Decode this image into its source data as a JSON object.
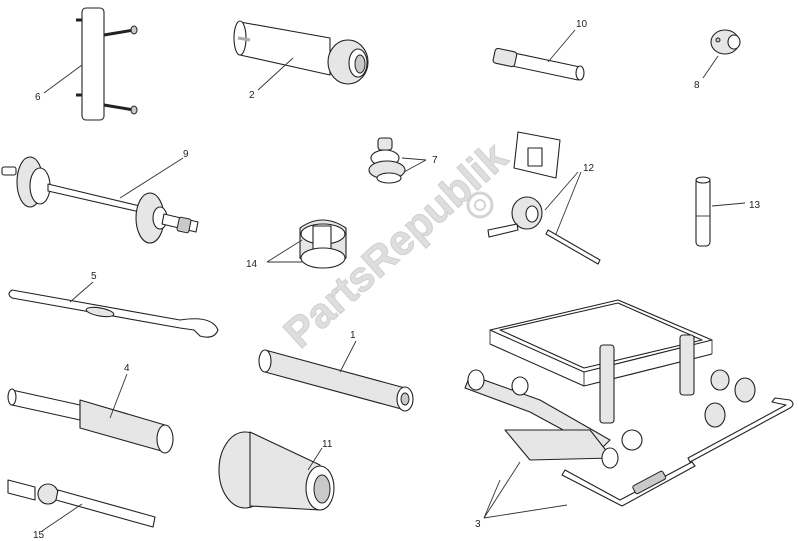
{
  "watermark": "PartsRepublik",
  "callouts": {
    "c1": "1",
    "c2": "2",
    "c3": "3",
    "c4": "4",
    "c5": "5",
    "c6": "6",
    "c7": "7",
    "c8": "8",
    "c9": "9",
    "c10": "10",
    "c11": "11",
    "c12": "12",
    "c13": "13",
    "c14": "14",
    "c15": "15"
  },
  "colors": {
    "line": "#222222",
    "watermark": "#dedede",
    "background": "#ffffff"
  }
}
